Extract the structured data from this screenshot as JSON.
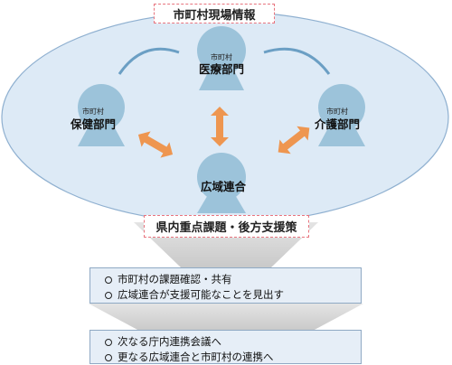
{
  "top_label": "市町村現場情報",
  "nodes": {
    "medical": {
      "prefix": "市町村",
      "name": "医療部門"
    },
    "health": {
      "prefix": "市町村",
      "name": "保健部門"
    },
    "care": {
      "prefix": "市町村",
      "name": "介護部門"
    },
    "regional": {
      "name": "広域連合"
    }
  },
  "issues_label": "県内重点課題・後方支援策",
  "step1": {
    "items": [
      "市町村の課題確認・共有",
      "広域連合が支援可能なことを見出す"
    ]
  },
  "step2": {
    "items": [
      "次なる庁内連携会議へ",
      "更なる広域連合と市町村の連携へ"
    ]
  },
  "colors": {
    "ellipse_fill": "#ddeaf6",
    "ellipse_stroke": "#8fb0d0",
    "person": "#9cc3da",
    "arrow": "#ee9650",
    "arc": "#6b9fc4",
    "label_border": "#e8747e",
    "result_fill": "#e6eef7",
    "funnel": "#d3d3d3"
  }
}
